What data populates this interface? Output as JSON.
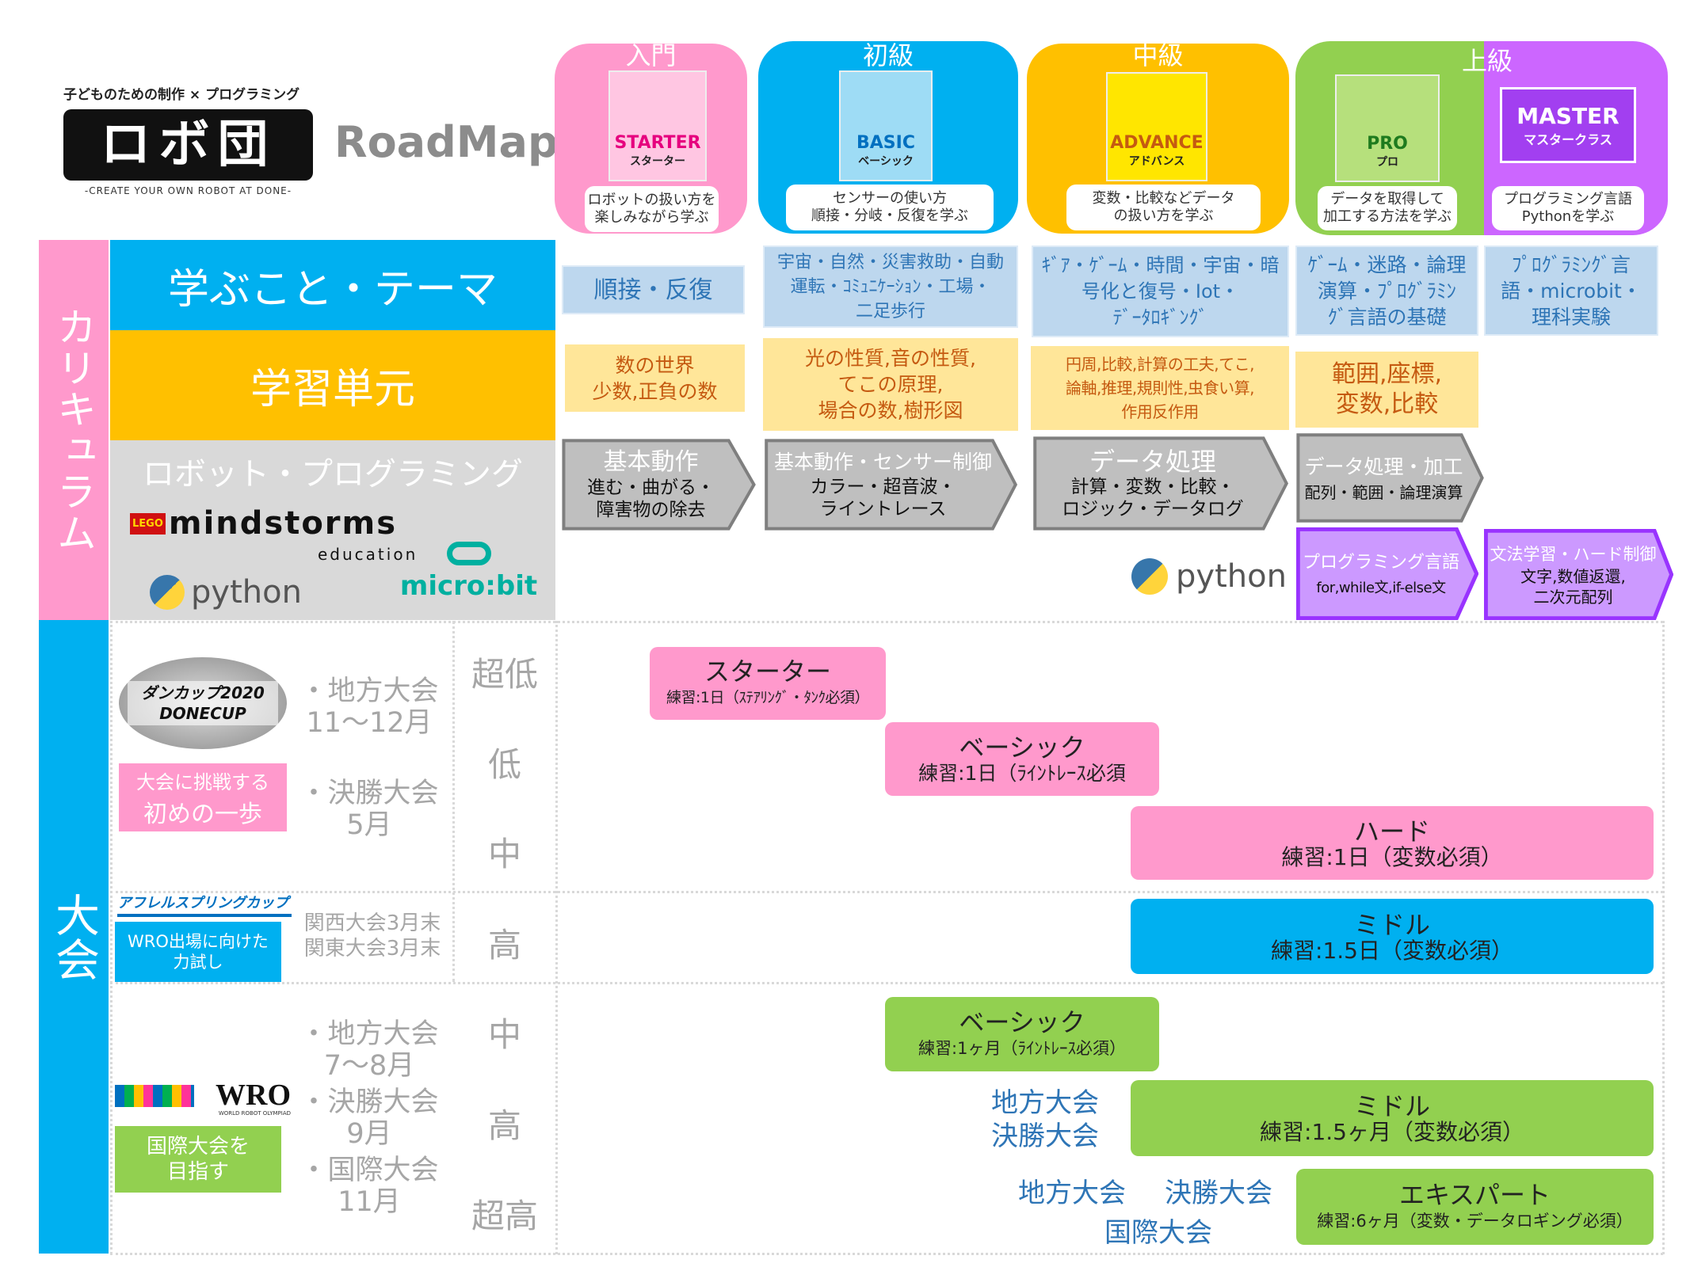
{
  "header": {
    "logo_tagline": "子どものための制作 × プログラミング",
    "logo_text": "ロボ団",
    "logo_sub": "-CREATE YOUR OWN ROBOT AT DONE-",
    "title": "RoadMap"
  },
  "levels": [
    {
      "title": "入門",
      "cover": "STARTER",
      "cover_sub": "スターター",
      "desc": [
        "ロボットの扱い方を",
        "楽しみながら学ぶ"
      ],
      "color": "#ff99cc"
    },
    {
      "title": "初級",
      "cover": "BASIC",
      "cover_sub": "ベーシック",
      "desc": [
        "センサーの使い方",
        "順接・分岐・反復を学ぶ"
      ],
      "color": "#00b0f0"
    },
    {
      "title": "中級",
      "cover": "ADVANCE",
      "cover_sub": "アドバンス",
      "desc": [
        "変数・比較などデータ",
        "の扱い方を学ぶ"
      ],
      "color": "#ffc000"
    },
    {
      "title": "上級",
      "cover": "PRO",
      "cover_sub": "プロ",
      "desc": [
        "データを取得して",
        "加工する方法を学ぶ"
      ],
      "color": "#92d050"
    },
    {
      "title": "",
      "cover": "MASTER",
      "cover_sub": "マスタークラス",
      "desc": [
        "プログラミング言語",
        "Pythonを学ぶ"
      ],
      "color": "#cc66ff"
    }
  ],
  "sections": {
    "curriculum": "カリキュラム",
    "tournament": "大会"
  },
  "rows": {
    "theme": "学ぶこと・テーマ",
    "unit": "学習単元",
    "robot": "ロボット・プログラミング"
  },
  "brand_logos": {
    "mindstorms": "mindstorms",
    "mindstorms_sub": "education",
    "lego": "LEGO",
    "python": "python",
    "microbit": "micro:bit"
  },
  "themes": [
    [
      "順接・反復"
    ],
    [
      "宇宙・自然・災害救助・自動",
      "運転・ｺﾐｭﾆｹｰｼｮﾝ・工場・",
      "二足歩行"
    ],
    [
      "ｷﾞｱ・ｹﾞｰﾑ・時間・宇宙・暗",
      "号化と復号・Iot・",
      "ﾃﾞｰﾀﾛｷﾞﾝｸﾞ"
    ],
    [
      "ｹﾞｰﾑ・迷路・論理",
      "演算・ﾌﾟﾛｸﾞﾗﾐﾝ",
      "ｸﾞ言語の基礎"
    ],
    [
      "ﾌﾟﾛｸﾞﾗﾐﾝｸﾞ言",
      "語・microbit・",
      "理科実験"
    ]
  ],
  "units": [
    [
      "数の世界",
      "少数,正負の数"
    ],
    [
      "光の性質,音の性質,",
      "てこの原理,",
      "場合の数,樹形図"
    ],
    [
      "円周,比較,計算の工夫,てこ,",
      "論軸,推理,規則性,虫食い算,",
      "作用反作用"
    ],
    [
      "範囲,座標,",
      "変数,比較"
    ]
  ],
  "robot_steps": [
    {
      "title": "基本動作",
      "sub": [
        "進む・曲がる・",
        "障害物の除去"
      ]
    },
    {
      "title": "基本動作・センサー制御",
      "sub": [
        "カラー・超音波・",
        "ライントレース"
      ]
    },
    {
      "title": "データ処理",
      "sub": [
        "計算・変数・比較・",
        "ロジック・データログ"
      ]
    },
    {
      "title": "データ処理・加工",
      "sub": [
        "配列・範囲・論理演算"
      ]
    },
    {
      "title": "プログラミング言語",
      "sub": [
        "for,while文,if-else文"
      ]
    },
    {
      "title": "文法学習・ハード制御",
      "sub": [
        "文字,数値返還,",
        "二次元配列"
      ]
    }
  ],
  "tournaments": {
    "donecup": {
      "logo": "ダンカップ2020 DONECUP",
      "tag": [
        "大会に挑戦する",
        "初めの一歩"
      ],
      "events": [
        [
          "・地方大会",
          "11〜12月"
        ],
        [
          "・決勝大会",
          "5月"
        ]
      ],
      "levels": [
        "超低",
        "低",
        "中"
      ]
    },
    "apple": {
      "logo": "アフレルスプリングカップ",
      "tag": [
        "WRO出場に向けた",
        "力試し"
      ],
      "events": [
        "関西大会3月末",
        "関東大会3月末"
      ],
      "levels": [
        "高"
      ]
    },
    "wro": {
      "logo": "WRO",
      "logo_sub": "WORLD ROBOT OLYMPIAD",
      "tag": [
        "国際大会を",
        "目指す"
      ],
      "events": [
        [
          "・地方大会",
          "7〜8月"
        ],
        [
          "・決勝大会",
          "9月"
        ],
        [
          "・国際大会",
          "11月"
        ]
      ],
      "levels": [
        "中",
        "高",
        "超高"
      ]
    }
  },
  "bars": [
    {
      "title": "スターター",
      "sub": "練習:1日（ｽﾃｱﾘﾝｸﾞ・ﾀﾝｸ必須）",
      "color": "#ff99cc"
    },
    {
      "title": "ベーシック",
      "sub": "練習:1日（ﾗｲﾝﾄﾚｰｽ必須",
      "color": "#ff99cc"
    },
    {
      "title": "ハード",
      "sub": "練習:1日（変数必須）",
      "color": "#ff99cc"
    },
    {
      "title": "ミドル",
      "sub": "練習:1.5日（変数必須）",
      "color": "#00b0f0"
    },
    {
      "title": "ベーシック",
      "sub": "練習:1ヶ月（ﾗｲﾝﾄﾚｰｽ必須）",
      "color": "#92d050"
    },
    {
      "title": "ミドル",
      "sub": "練習:1.5ヶ月（変数必須）",
      "color": "#92d050"
    },
    {
      "title": "エキスパート",
      "sub": "練習:6ヶ月（変数・データロギング必須）",
      "color": "#92d050"
    }
  ],
  "wro_stage_labels": {
    "middle": [
      "地方大会",
      "決勝大会"
    ],
    "expert": [
      "地方大会",
      "決勝大会",
      "国際大会"
    ]
  }
}
